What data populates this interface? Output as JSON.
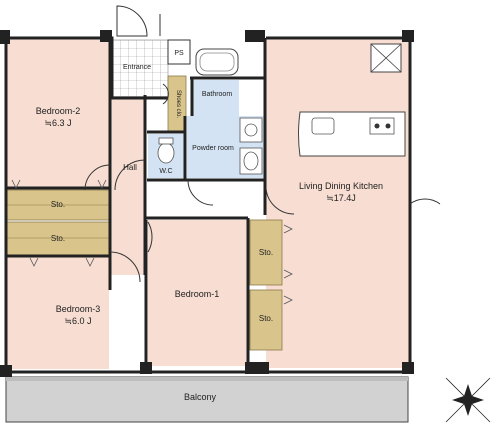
{
  "colors": {
    "room_fill": "#f7ddd2",
    "wet_fill": "#d3e3f3",
    "storage_fill": "#d9c48b",
    "balcony_fill": "#d2d2d2",
    "wall": "#222222",
    "tile_fill": "#ffffff"
  },
  "rooms": {
    "bedroom2": {
      "name": "Bedroom-2",
      "size": "≒6.3 J"
    },
    "bedroom3": {
      "name": "Bedroom-3",
      "size": "≒6.0 J"
    },
    "bedroom1": {
      "name": "Bedroom-1"
    },
    "ldk": {
      "name": "Living Dining Kitchen",
      "size": "≒17.4J"
    },
    "entrance": {
      "name": "Entrance"
    },
    "hall": {
      "name": "Hall"
    },
    "shoes": {
      "name": "Shoes clo."
    },
    "ps": {
      "name": "PS"
    },
    "bathroom": {
      "name": "Bathroom"
    },
    "powder": {
      "name": "Powder room"
    },
    "wc": {
      "name": "W.C"
    },
    "balcony": {
      "name": "Balcony"
    }
  },
  "storage": {
    "sto1": "Sto.",
    "sto2": "Sto.",
    "sto3": "Sto.",
    "sto4": "Sto."
  },
  "compass": {
    "icon": "compass-north-icon"
  }
}
